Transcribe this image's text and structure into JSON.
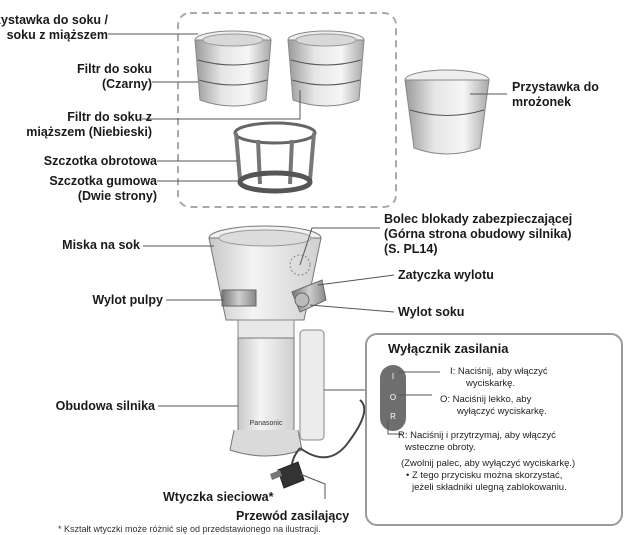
{
  "labels": {
    "juice_attachment": [
      "Przystawka do soku /",
      "soku z miąższem"
    ],
    "filter_black": [
      "Filtr do soku",
      "(Czarny)"
    ],
    "filter_blue": [
      "Filtr do soku z",
      "miąższem (Niebieski)"
    ],
    "rotating_brush": "Szczotka obrotowa",
    "rubber_brush": [
      "Szczotka gumowa",
      "(Dwie strony)"
    ],
    "frozen_attachment": [
      "Przystawka do",
      "mrożonek"
    ],
    "juice_bowl": "Miska na sok",
    "safety_pin": [
      "Bolec blokady zabezpieczającej",
      "(Górna strona obudowy silnika)",
      "(S. PL14)"
    ],
    "outlet_cap": "Zatyczka wylotu",
    "pulp_outlet": "Wylot pulpy",
    "juice_outlet": "Wylot soku",
    "motor_housing": "Obudowa silnika",
    "plug": "Wtyczka sieciowa*",
    "power_cord": "Przewód zasilający",
    "brand": "Panasonic"
  },
  "switch_panel": {
    "title": "Wyłącznik zasilania",
    "switch_marks": [
      "I",
      "O",
      "R"
    ],
    "on_text": [
      "I:  Naciśnij, aby włączyć",
      "wyciskarkę."
    ],
    "off_text": [
      "O:  Naciśnij lekko, aby",
      "wyłączyć wyciskarkę."
    ],
    "reverse_text": [
      "R: Naciśnij i przytrzymaj, aby włączyć",
      "wsteczne obroty.",
      "(Zwolnij palec, aby wyłączyć wyciskarkę.)",
      "• Z tego przycisku można skorzystać,",
      "jeżeli składniki ulegną zablokowaniu."
    ]
  },
  "footnote": "* Kształt wtyczki może różnić się od przedstawionego na ilustracji.",
  "colors": {
    "line": "#555555",
    "panel_border": "#9a9a9a",
    "switch": "#6e6e6e"
  }
}
